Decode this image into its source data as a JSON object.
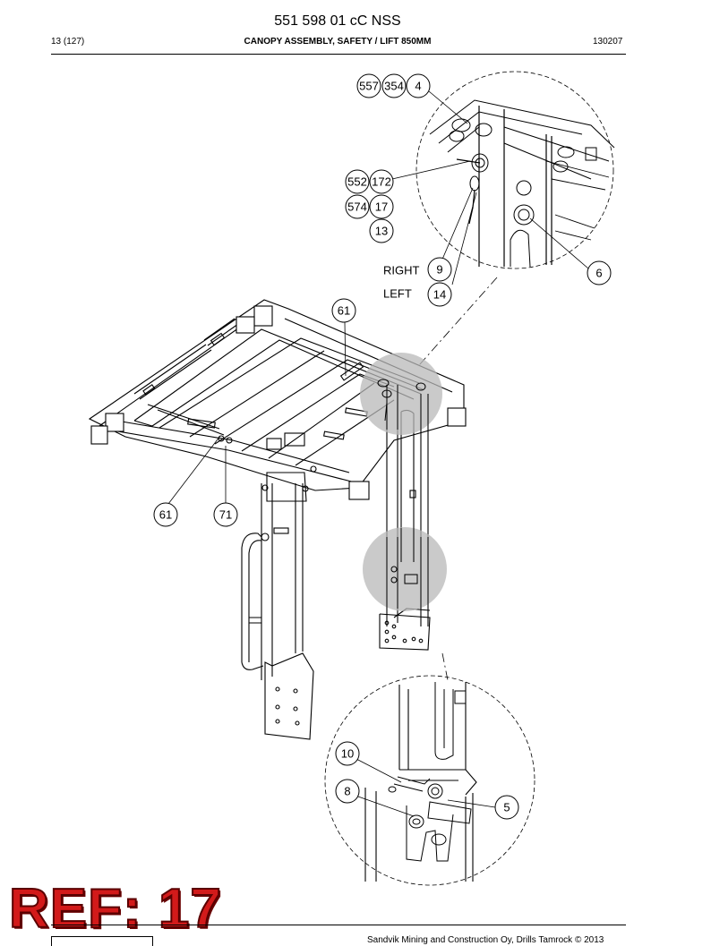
{
  "header": {
    "doc_number": "551 598 01 cC NSS",
    "page_ref": "13 (127)",
    "title": "CANOPY ASSEMBLY, SAFETY / LIFT 850MM",
    "date_code": "130207"
  },
  "callouts": {
    "c557": "557",
    "c354": "354",
    "c4": "4",
    "c552": "552",
    "c172": "172",
    "c574": "574",
    "c17": "17",
    "c13": "13",
    "c9": "9",
    "c14": "14",
    "c6": "6",
    "c61_top": "61",
    "c61_left": "61",
    "c71": "71",
    "c10": "10",
    "c8": "8",
    "c5": "5"
  },
  "labels": {
    "right": "RIGHT",
    "left": "LEFT"
  },
  "stamp": {
    "text": "REF: 17",
    "color": "#d21a1a"
  },
  "footer": {
    "copyright": "Sandvik Mining and Construction Oy, Drills Tamrock © 2013"
  },
  "colors": {
    "highlight": "#b8b8b8",
    "line": "#000000"
  }
}
